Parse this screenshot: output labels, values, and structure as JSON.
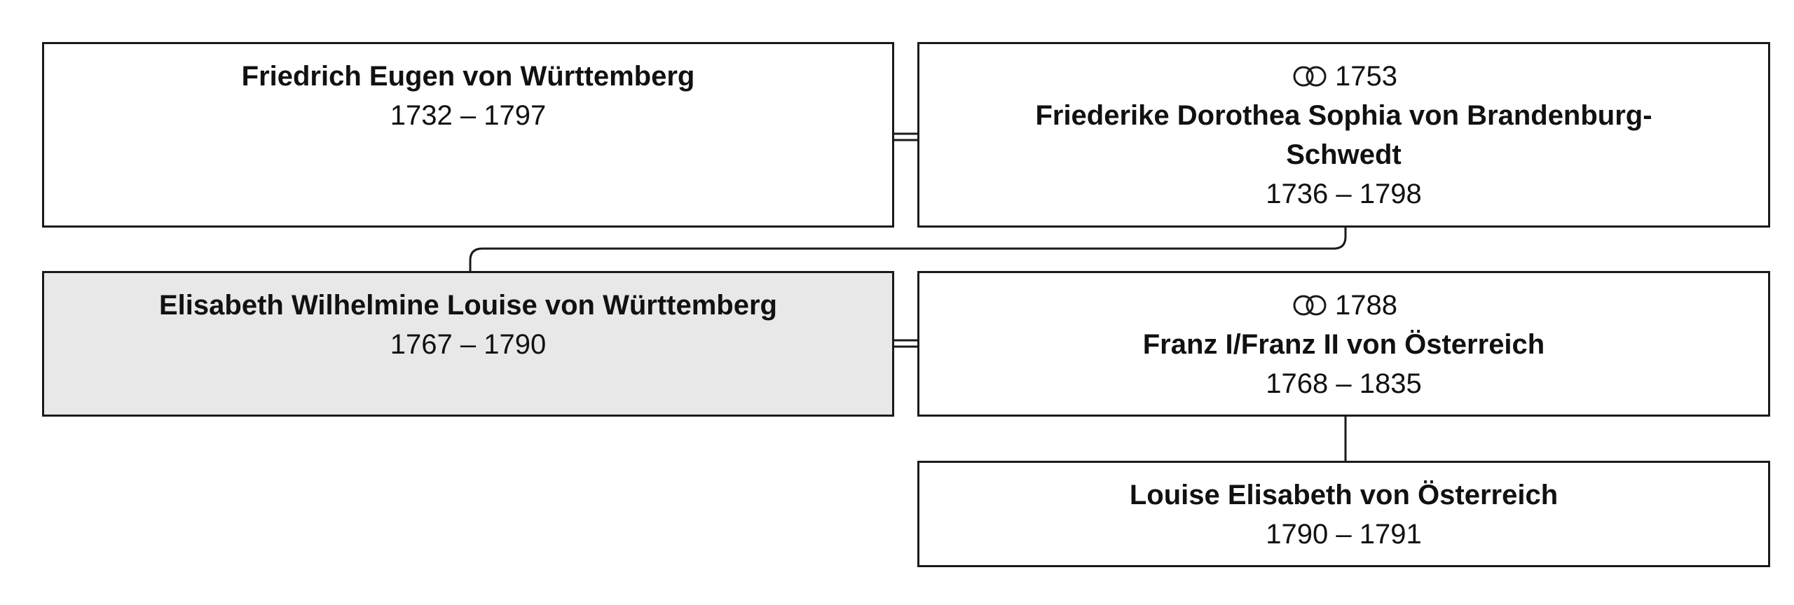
{
  "tree": {
    "parents": {
      "father": {
        "name": "Friedrich Eugen von Württemberg",
        "dates": "1732 – 1797"
      },
      "mother": {
        "marriage_icon": "marriage-rings-icon",
        "marriage_year": "1753",
        "name": "Friederike Dorothea Sophia von Brandenburg-Schwedt",
        "dates": "1736 – 1798"
      }
    },
    "subject": {
      "name": "Elisabeth Wilhelmine Louise von Württemberg",
      "dates": "1767 – 1790",
      "highlight_color": "#e8e8e8"
    },
    "spouse": {
      "marriage_icon": "marriage-rings-icon",
      "marriage_year": "1788",
      "name": "Franz I/Franz II von Österreich",
      "dates": "1768 – 1835"
    },
    "child": {
      "name": "Louise Elisabeth von Österreich",
      "dates": "1790 – 1791"
    }
  }
}
